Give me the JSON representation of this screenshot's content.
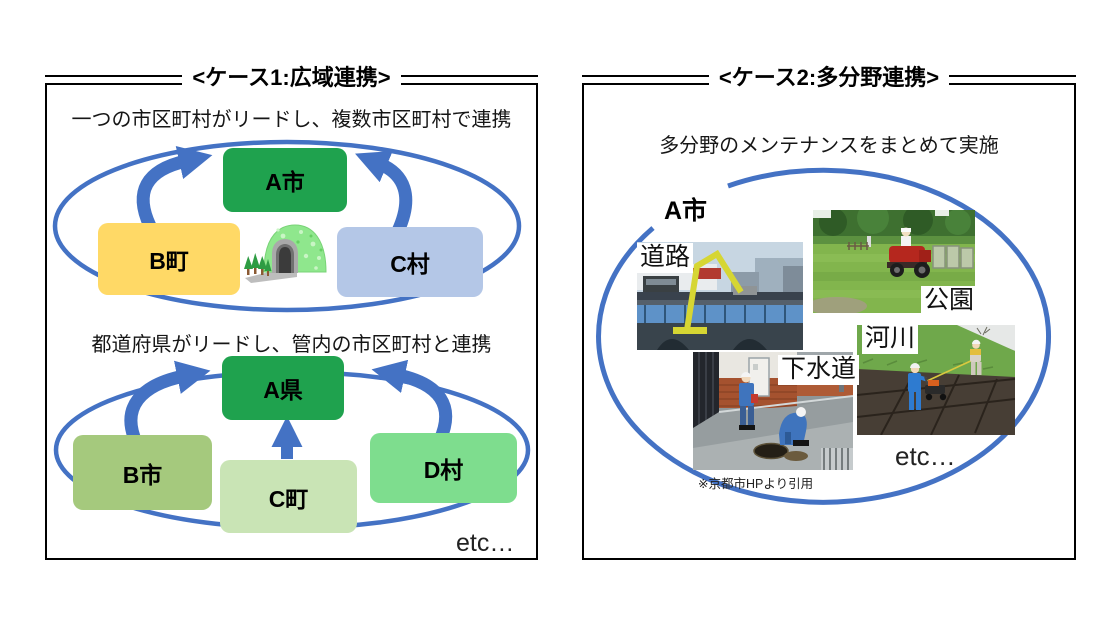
{
  "colors": {
    "line_blue": "#4472C4",
    "green_dark": "#1FA24E",
    "gold": "#FFD966",
    "light_blue": "#B4C7E7",
    "sage": "#A5C97D",
    "pale_green": "#C9E4B5",
    "mint": "#7EDD8E"
  },
  "left_panel": {
    "title": "<ケース1:広域連携>",
    "section1": {
      "caption": "一つの市区町村がリードし、複数市区町村で連携",
      "nodes": [
        {
          "label": "A市",
          "color": "#1FA24E"
        },
        {
          "label": "B町",
          "color": "#FFD966"
        },
        {
          "label": "C村",
          "color": "#B4C7E7"
        }
      ],
      "icon": "tunnel-icon"
    },
    "section2": {
      "caption": "都道府県がリードし、管内の市区町村と連携",
      "nodes": [
        {
          "label": "A県",
          "color": "#1FA24E"
        },
        {
          "label": "B市",
          "color": "#A5C97D"
        },
        {
          "label": "C町",
          "color": "#C9E4B5"
        },
        {
          "label": "D村",
          "color": "#7EDD8E"
        }
      ]
    },
    "etc": "etc…"
  },
  "right_panel": {
    "title": "<ケース2:多分野連携>",
    "caption": "多分野のメンテナンスをまとめて実施",
    "lead_label": "A市",
    "photos": [
      {
        "label": "道路"
      },
      {
        "label": "公園"
      },
      {
        "label": "河川"
      },
      {
        "label": "下水道"
      }
    ],
    "citation": "※京都市HPより引用",
    "etc": "etc…"
  }
}
